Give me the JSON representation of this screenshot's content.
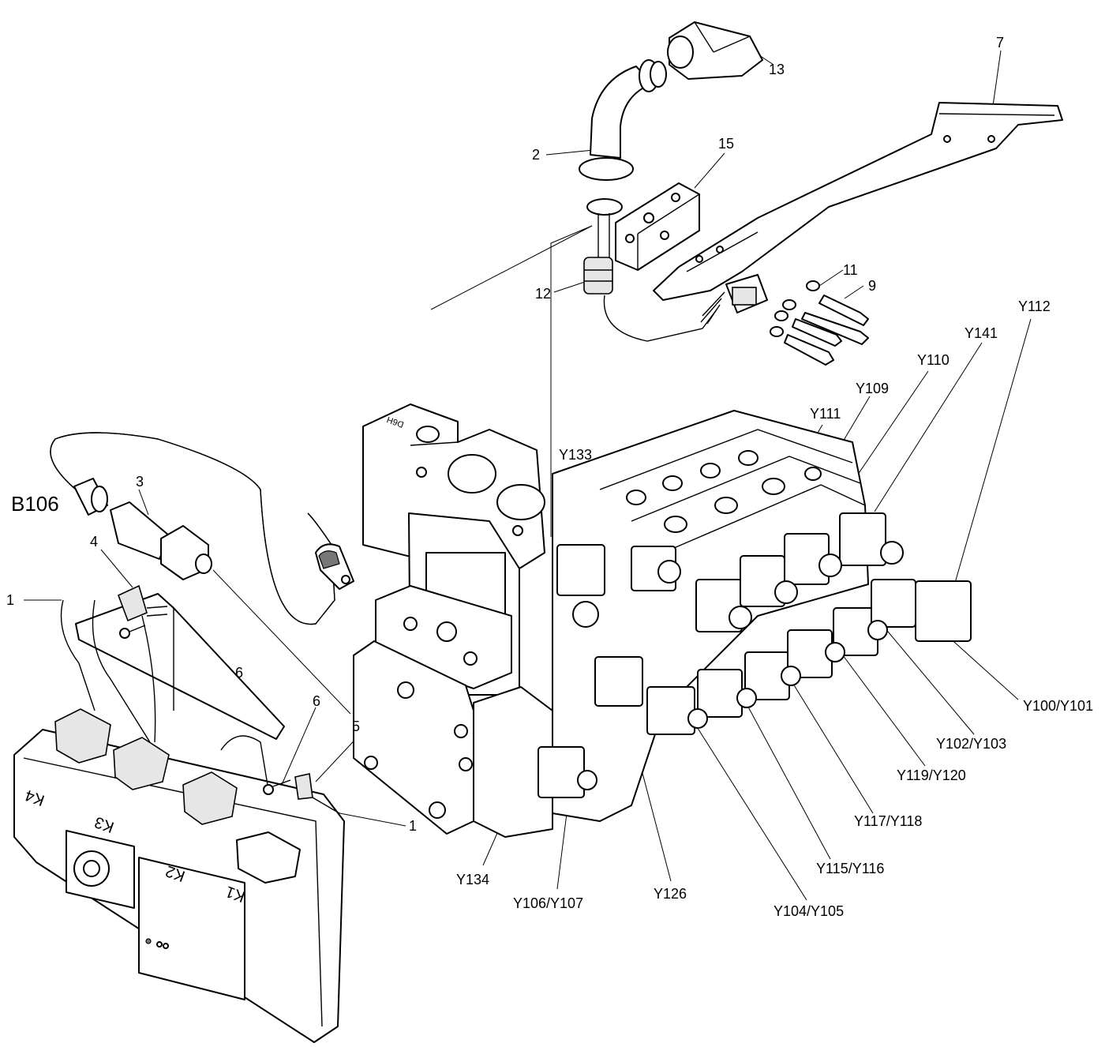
{
  "labels": {
    "b106": "B106",
    "n1a": "1",
    "n1b": "1",
    "n2": "2",
    "n3": "3",
    "n4": "4",
    "n5": "5",
    "n6a": "6",
    "n6b": "6",
    "n7": "7",
    "n9": "9",
    "n11": "11",
    "n12": "12",
    "n13": "13",
    "n15": "15",
    "y133": "Y133",
    "y111": "Y111",
    "y109": "Y109",
    "y110": "Y110",
    "y141": "Y141",
    "y112": "Y112",
    "y100": "Y100/Y101",
    "y102": "Y102/Y103",
    "y119": "Y119/Y120",
    "y117": "Y117/Y118",
    "y115": "Y115/Y116",
    "y104": "Y104/Y105",
    "y126": "Y126",
    "y106": "Y106/Y107",
    "y134": "Y134"
  },
  "ecu_markings": [
    "K4",
    "K3",
    "K2",
    "K1"
  ],
  "block_marking": "D6H"
}
